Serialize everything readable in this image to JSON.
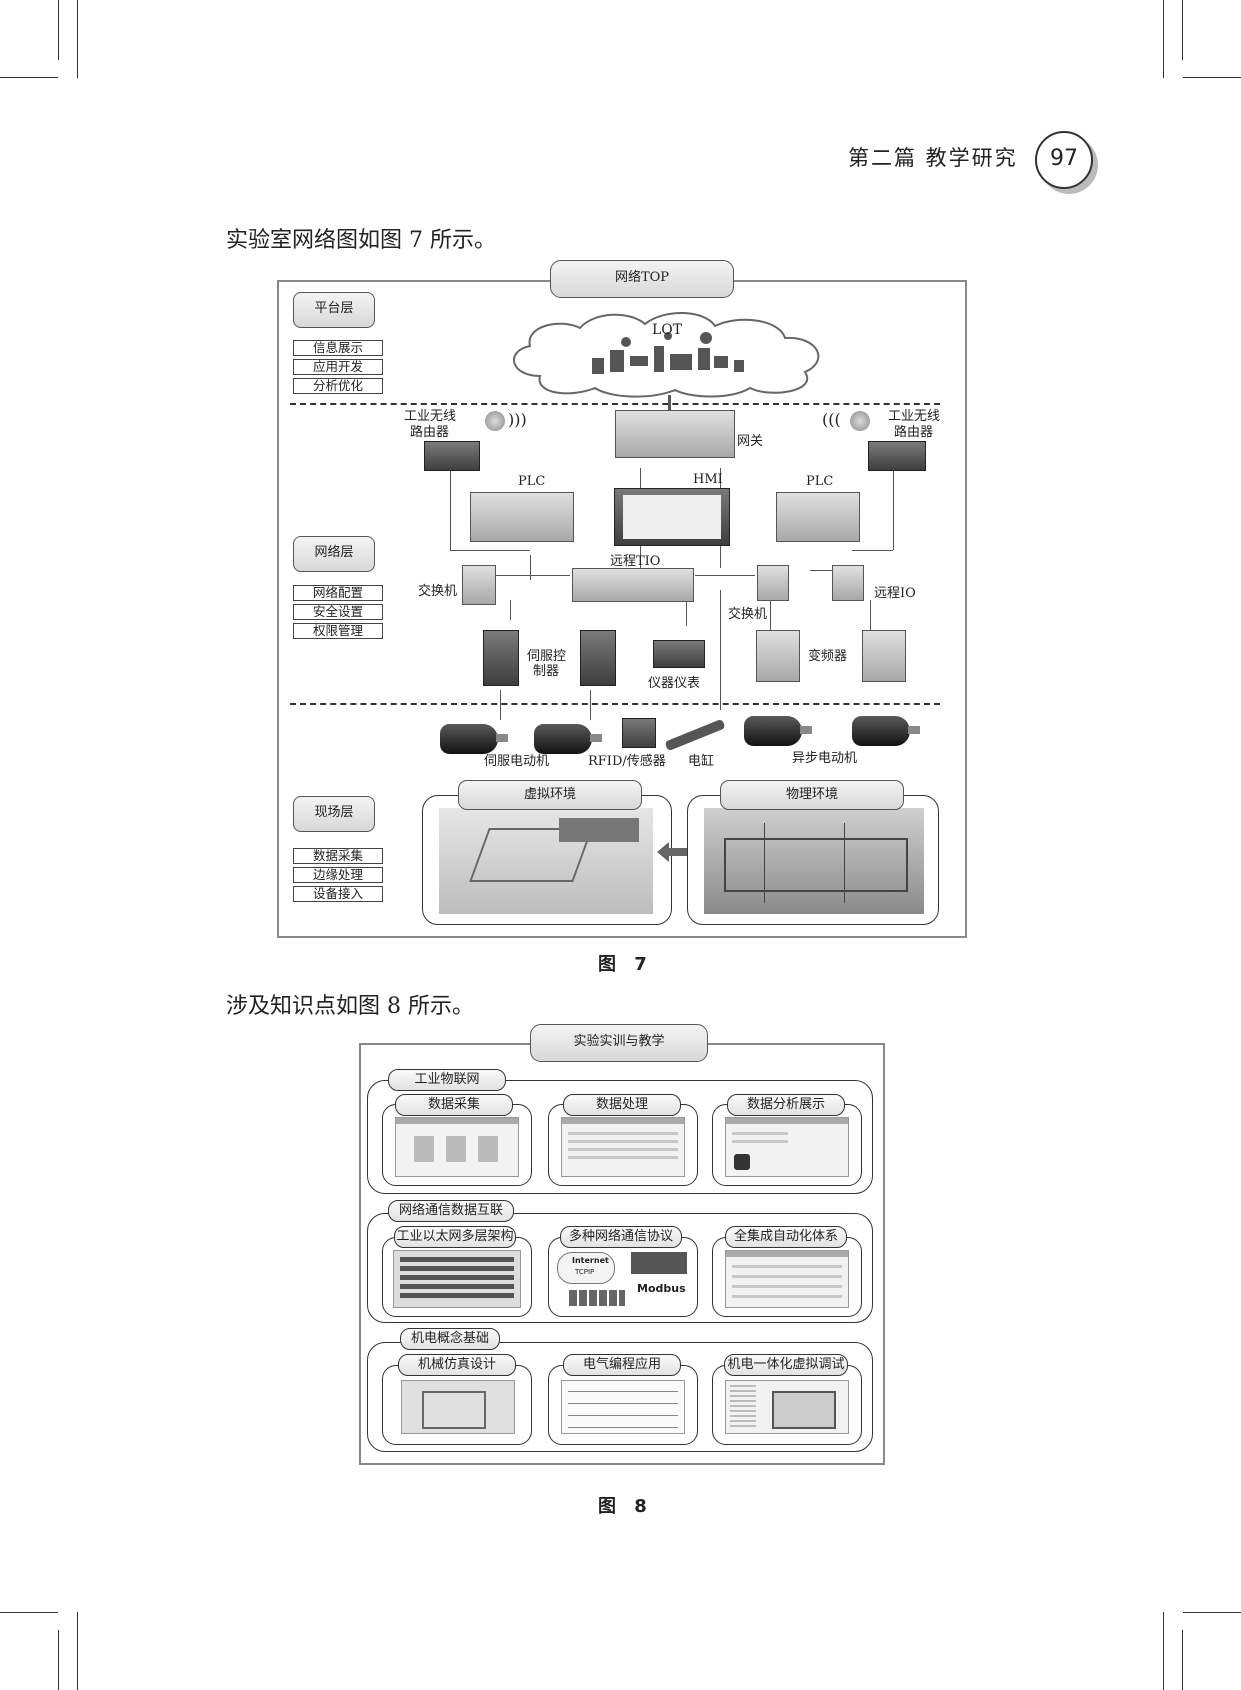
{
  "header": {
    "section": "第二篇  教学研究",
    "page_number": "97"
  },
  "text": {
    "para1": "实验室网络图如图 7 所示。",
    "para2": "涉及知识点如图 8 所示。",
    "caption7": "图 7",
    "caption8": "图 8"
  },
  "fig7": {
    "top_title": "网络TOP",
    "cloud": "LOT",
    "layers": [
      {
        "name": "平台层",
        "items": [
          "信息展示",
          "应用开发",
          "分析优化"
        ]
      },
      {
        "name": "网络层",
        "items": [
          "网络配置",
          "安全设置",
          "权限管理"
        ]
      },
      {
        "name": "现场层",
        "items": [
          "数据采集",
          "边缘处理",
          "设备接入"
        ]
      }
    ],
    "labels": {
      "router_left_1": "工业无线",
      "router_left_2": "路由器",
      "router_right_1": "工业无线",
      "router_right_2": "路由器",
      "gateway": "网关",
      "plc_left": "PLC",
      "hmi": "HMI",
      "plc_right": "PLC",
      "switch_left": "交换机",
      "remote_tio": "远程TIO",
      "switch_right": "交换机",
      "remote_io": "远程IO",
      "servo_ctrl_1": "伺服控",
      "servo_ctrl_2": "制器",
      "instrument": "仪器仪表",
      "vfd": "变频器",
      "servo_motor": "伺服电动机",
      "rfid": "RFID/传感器",
      "cylinder": "电缸",
      "async_motor": "异步电动机",
      "virtual_env": "虚拟环境",
      "physical_env": "物理环境"
    }
  },
  "fig8": {
    "title": "实验实训与教学",
    "sections": [
      {
        "name": "工业物联网",
        "items": [
          "数据采集",
          "数据处理",
          "数据分析展示"
        ]
      },
      {
        "name": "网络通信数据互联",
        "items": [
          "工业以太网多层架构",
          "多种网络通信协议",
          "全集成自动化体系"
        ]
      },
      {
        "name": "机电概念基础",
        "items": [
          "机械仿真设计",
          "电气编程应用",
          "机电一体化虚拟调试"
        ]
      }
    ],
    "protocol_labels": {
      "internet": "Internet",
      "tcpip": "TCPIP",
      "modbus": "Modbus"
    }
  }
}
